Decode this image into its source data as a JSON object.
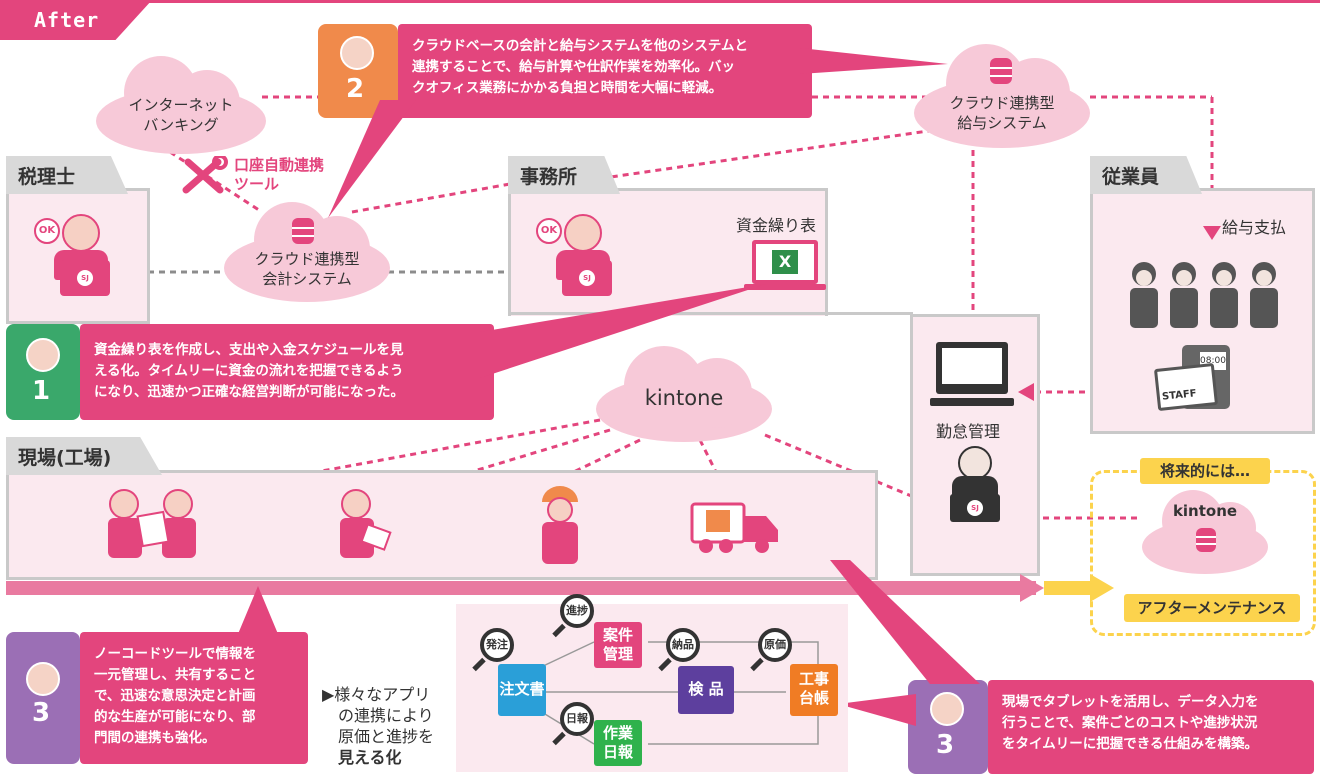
{
  "header": {
    "title": "After"
  },
  "panels": {
    "tax": "税理士",
    "office": "事務所",
    "employee": "従業員",
    "site": "現場(工場)"
  },
  "clouds": {
    "banking": [
      "インターネット",
      "バンキング"
    ],
    "payroll": [
      "クラウド連携型",
      "給与システム"
    ],
    "accounting": [
      "クラウド連携型",
      "会計システム"
    ],
    "kintone": "kintone",
    "future_kintone": "kintone"
  },
  "labels": {
    "auto_link_tool": [
      "口座自動連携",
      "ツール"
    ],
    "cashflow": "資金繰り表",
    "excel_icon": "X",
    "salary_pay": "給与支払",
    "attendance": "勤怠管理",
    "future": "将来的には…",
    "after_maintenance": "アフターメンテナンス",
    "ok": "OK",
    "sj": "SJ",
    "staff": "STAFF",
    "clock": "08:00"
  },
  "callouts": {
    "c1": [
      "資金繰り表を作成し、支出や入金スケジュールを見",
      "える化。タイムリーに資金の流れを把握できるよう",
      "になり、迅速かつ正確な経営判断が可能になった。"
    ],
    "c2": [
      "クラウドベースの会計と給与システムを他のシステムと",
      "連携することで、給与計算や仕訳作業を効率化。バッ",
      "クオフィス業務にかかる負担と時間を大幅に軽減。"
    ],
    "c3a": [
      "ノーコードツールで情報を",
      "一元管理し、共有すること",
      "で、迅速な意思決定と計画",
      "的な生産が可能になり、部",
      "門間の連携も強化。"
    ],
    "c3b": [
      "現場でタブレットを活用し、データ入力を",
      "行うことで、案件ごとのコストや進捗状況",
      "をタイムリーに把握できる仕組みを構築。"
    ]
  },
  "badges": {
    "b1": "1",
    "b2": "2",
    "b3a": "3",
    "b3b": "3"
  },
  "apps_note": [
    "▶様々なアプリ",
    "の連携により",
    "原価と進捗を",
    "見える化"
  ],
  "apps": {
    "order": "注文書",
    "project": [
      "案件",
      "管理"
    ],
    "report": [
      "作業",
      "日報"
    ],
    "inspect": "検 品",
    "ledger": [
      "工事",
      "台帳"
    ]
  },
  "magnifiers": {
    "order": "発注",
    "progress": "進捗",
    "daily": "日報",
    "delivery": "納品",
    "cost": "原価"
  },
  "colors": {
    "accent": "#e3457d",
    "cloud": "#f7c9d8",
    "panel": "#fbe9ef",
    "green": "#3aa86b",
    "orange": "#f08a4b",
    "purple": "#9b6fb5",
    "blue_app": "#2a9fd8",
    "green_app": "#2fb24c",
    "purple_app": "#5d3f9e",
    "orange_app": "#f07c24",
    "yellow": "#fcd34d"
  }
}
